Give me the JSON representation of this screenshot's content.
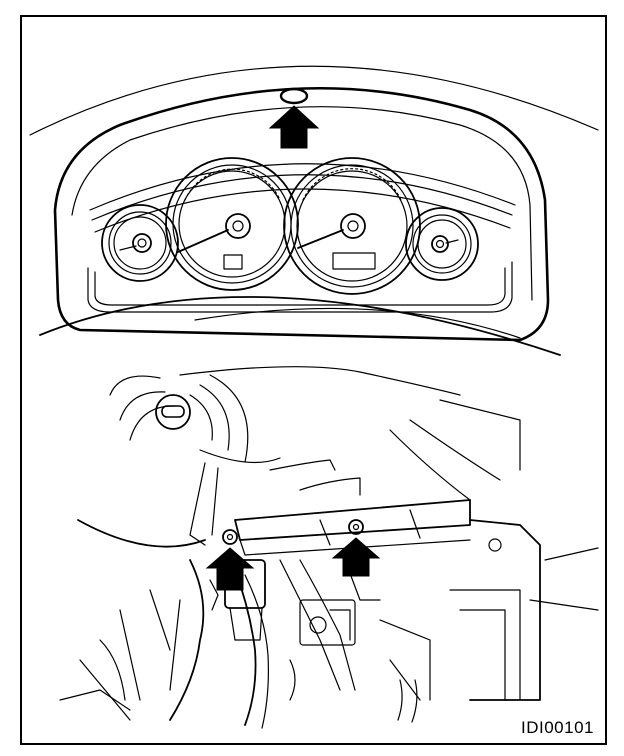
{
  "figure": {
    "id_label": "IDI00101"
  },
  "arrows": [
    {
      "name": "top-arrow",
      "points_to": "cluster-top-clip"
    },
    {
      "name": "left-arrow",
      "points_to": "lower-left-screw"
    },
    {
      "name": "right-arrow",
      "points_to": "lower-right-screw"
    }
  ]
}
